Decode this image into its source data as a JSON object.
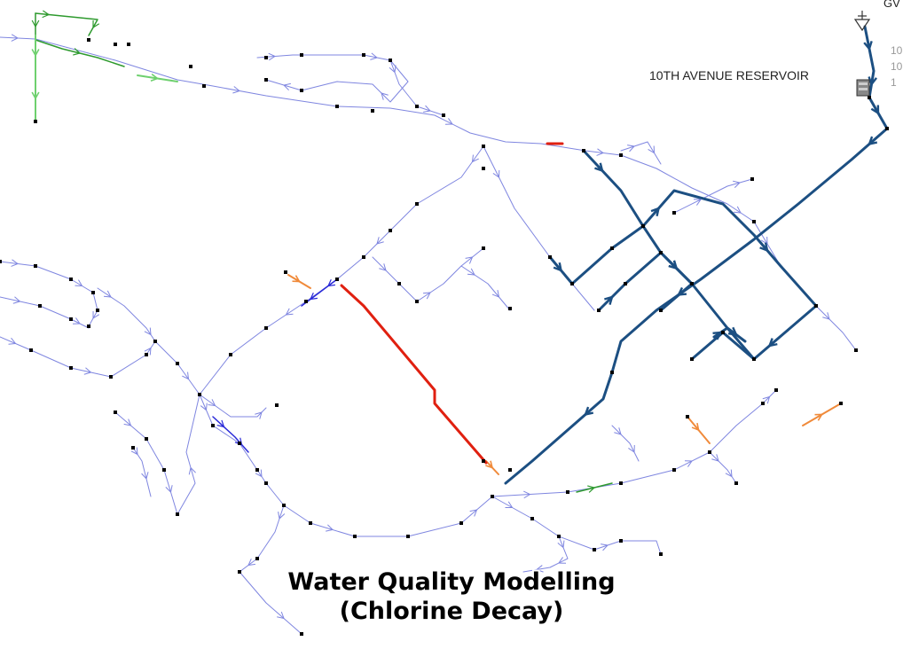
{
  "labels": {
    "reservoir": "10TH AVENUE RESERVOIR",
    "gv": "GV",
    "side_text": [
      "10",
      "10",
      "1"
    ]
  },
  "title": {
    "line1": "Water Quality Modelling",
    "line2": "(Chlorine Decay)"
  },
  "colors": {
    "low": "#7f86e0",
    "mid": "#2a2ad8",
    "main": "#1c4f82",
    "green_dark": "#2e9a2e",
    "green_light": "#6ed06e",
    "orange": "#f08a3a",
    "red": "#e02010",
    "node": "#000000"
  },
  "icons": [
    "reservoir-icon",
    "tank-icon",
    "flow-arrow-icon",
    "junction-node-icon"
  ]
}
